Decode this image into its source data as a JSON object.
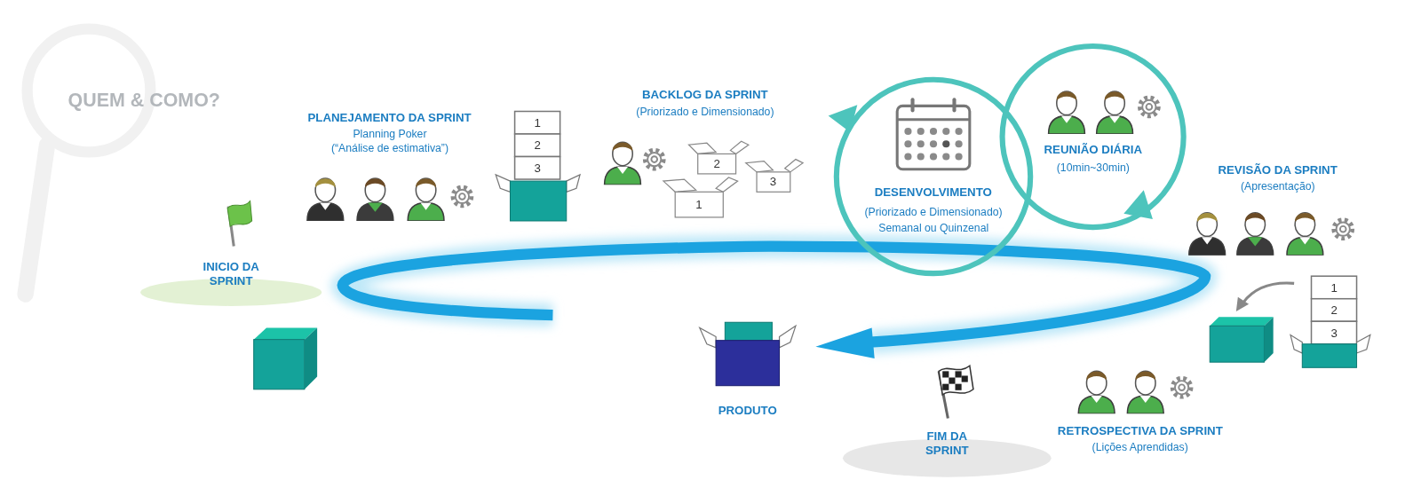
{
  "diagram": {
    "title": "QUEM & COMO?",
    "nodes": [
      {
        "text": [
          "INICIO DA SPRINT"
        ]
      },
      {
        "text": [
          "DESENVOLVIMENTO",
          "(Priorizado e Dimensionado)",
          "Semanal ou Quinzenal"
        ]
      },
      {
        "text": [
          "REUNIÃO DIÁRIA",
          "(10min~30min)"
        ]
      },
      {
        "text": [
          "FIM DA SPRINT"
        ]
      }
    ],
    "labels": [
      "PLANEJAMENTO DA SPRINT",
      "Planning Poker",
      "(“Análise de estimativa”)",
      "1",
      "2",
      "3",
      "BACKLOG DA SPRINT",
      "(Priorizado e Dimensionado)",
      "2",
      "3",
      "1",
      "REVISÃO DA SPRINT",
      "(Apresentação)",
      "1",
      "2",
      "3",
      "PRODUTO",
      "RETROSPECTIVA DA SPRINT",
      "(Lições Aprendidas)"
    ]
  }
}
